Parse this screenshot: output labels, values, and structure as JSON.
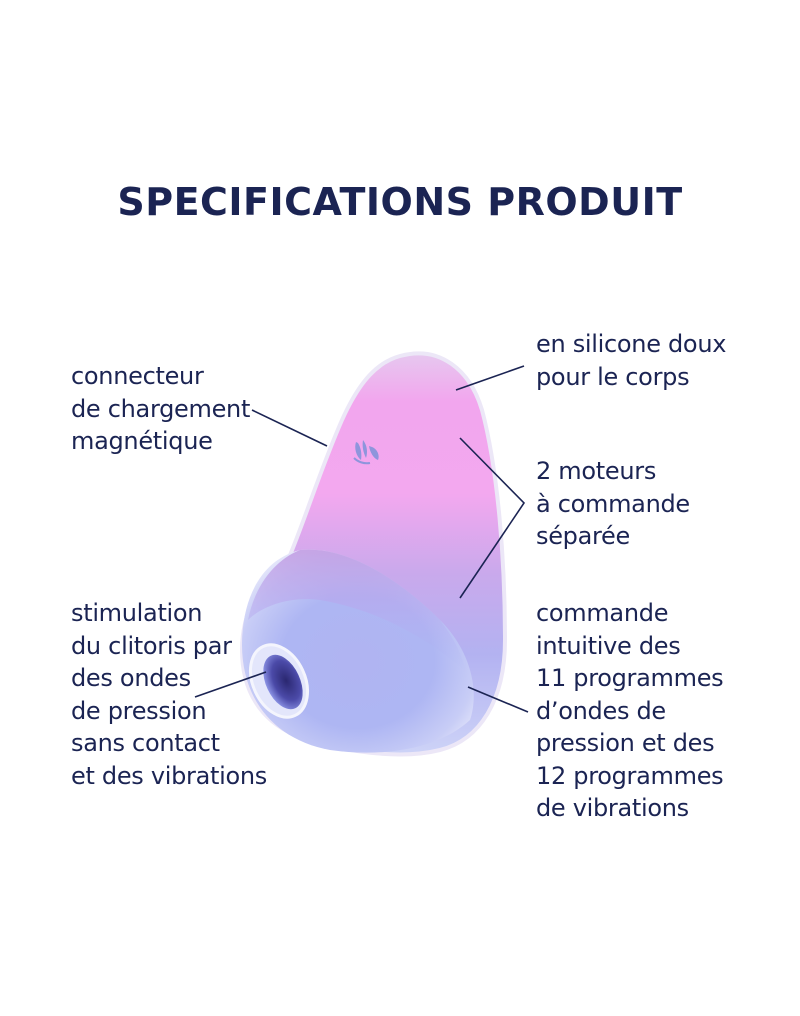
{
  "title": "SPECIFICATIONS PRODUIT",
  "colors": {
    "text": "#1b2453",
    "background": "#ffffff",
    "product_pink": "#f39cef",
    "product_lilac": "#b7b3f2",
    "product_blue": "#a9b7f5",
    "logo": "#8a8fd8"
  },
  "product": {
    "name": "product-image",
    "logo_icon": "butterfly-logo-icon"
  },
  "callouts": {
    "connector": {
      "lines": [
        "connecteur",
        "de chargement",
        "magnétique"
      ]
    },
    "silicone": {
      "lines": [
        "en silicone doux",
        "pour le corps"
      ]
    },
    "motors": {
      "lines": [
        "2 moteurs",
        "à commande",
        "séparée"
      ]
    },
    "stimulation": {
      "lines": [
        "stimulation",
        "du clitoris par",
        "des ondes",
        "de pression",
        "sans contact",
        "et des vibrations"
      ]
    },
    "control": {
      "lines": [
        "commande",
        "intuitive des",
        "11 programmes",
        "d’ondes de",
        "pression et des",
        "12 programmes",
        "de vibrations"
      ]
    }
  }
}
